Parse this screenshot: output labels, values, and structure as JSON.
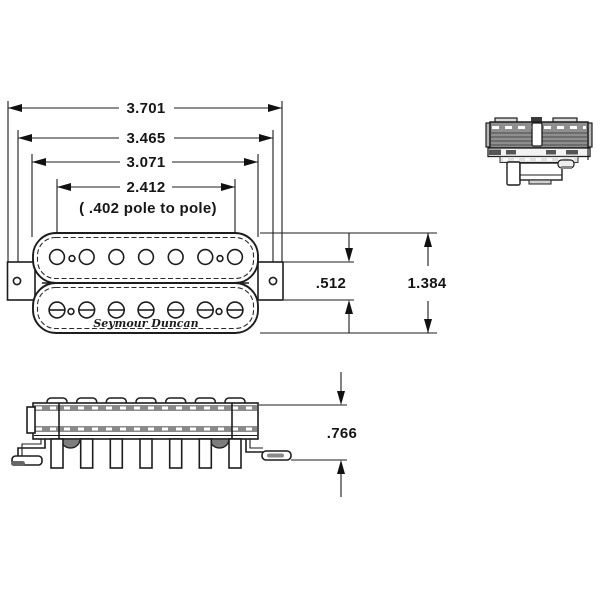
{
  "drawing": {
    "brand": "Seymour Duncan",
    "pole_count": 7,
    "dims": {
      "overall_length": "3.701",
      "mounting_hole_spacing": "3.465",
      "body_length": "3.071",
      "pole_span": "2.412",
      "pole_spacing_note": "( .402 pole to pole)",
      "flange_height": ".512",
      "body_width": "1.384",
      "base_height": ".766"
    },
    "colors": {
      "line": "#1d1d1d",
      "background": "#ffffff",
      "hatch_fill": "#8f8f8f"
    }
  }
}
